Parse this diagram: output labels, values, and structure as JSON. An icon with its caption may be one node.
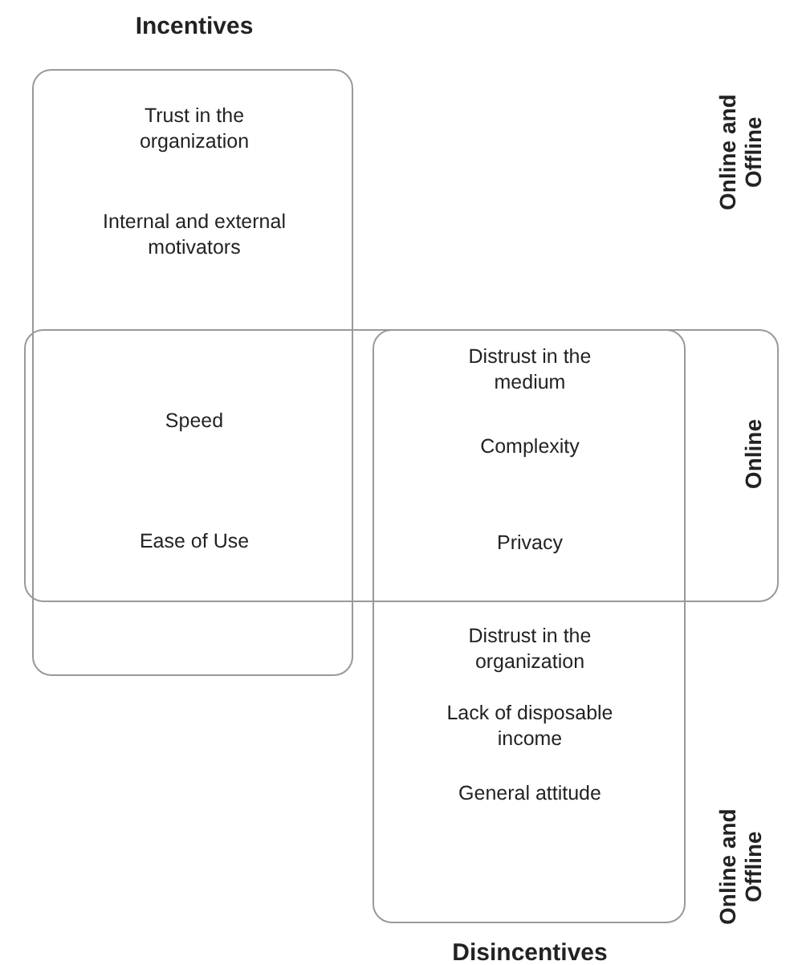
{
  "diagram": {
    "nodes": [
      {
        "text": [
          "Incentives",
          "Trust in the organization",
          "Internal and external motivators",
          "Speed",
          "Ease of Use"
        ]
      },
      {
        "text": [
          "Online"
        ]
      },
      {
        "text": [
          "Distrust in the medium",
          "Complexity",
          "Privacy",
          "Distrust in the organization",
          "Lack of disposable income",
          "General attitude",
          "Disincentives"
        ]
      }
    ],
    "edges": [],
    "labels": [
      "Online and Offline",
      "Online and Offline"
    ]
  }
}
